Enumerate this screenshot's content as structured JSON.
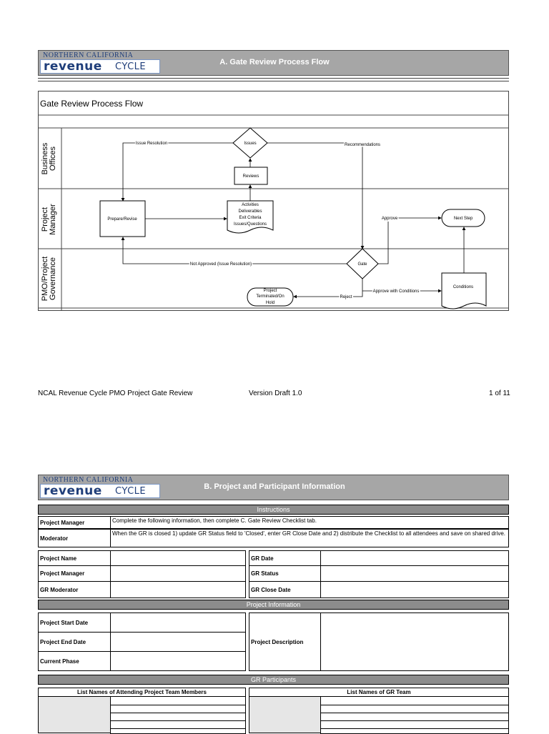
{
  "logo": {
    "top": "NORTHERN CALIFORNIA",
    "revenue": "revenue",
    "cycle": "CYCLE"
  },
  "section_a": {
    "header": "A. Gate Review Process Flow",
    "flow_title": "Gate Review Process Flow",
    "lanes": [
      "Business\nOffices",
      "Project\nManager",
      "PMO/Project\nGovernance"
    ],
    "nodes": {
      "issues": "Issues",
      "reviews": "Reviews",
      "prepare": "Prepare/Revise",
      "docs": [
        "Activities",
        "Deliverables",
        "Exit Criteria",
        "Issues/Questions"
      ],
      "next_step": "Next Step",
      "gate": "Gate",
      "terminated": [
        "Project",
        "Terminated/On",
        "Hold"
      ],
      "conditions": "Conditions"
    },
    "edges": {
      "issue_resolution": "Issue Resolution",
      "recommendations": "Recommendations",
      "approve": "Approve",
      "not_approved": "Not Approved (Issue Resolution)",
      "reject": "Reject",
      "approve_conditions": "Approve with Conditions"
    }
  },
  "footer": {
    "left": "NCAL Revenue Cycle PMO Project Gate Review",
    "center": "Version Draft 1.0",
    "right": "1 of 11"
  },
  "section_b": {
    "header": "B. Project and Participant Information",
    "instructions_band": "Instructions",
    "instructions": [
      {
        "label": "Project Manager",
        "text": "Complete the following information, then complete C. Gate Review Checklist tab."
      },
      {
        "label": "Moderator",
        "text": "When the GR is closed 1) update GR Status field to 'Closed', enter GR Close Date and 2) distribute the Checklist to all attendees and save on shared drive."
      }
    ],
    "fields_left": [
      "Project Name",
      "Project Manager",
      "GR Moderator"
    ],
    "fields_right": [
      "GR Date",
      "GR Status",
      "GR Close Date"
    ],
    "project_info_band": "Project Information",
    "info_left": [
      "Project Start Date",
      "Project End Date",
      "Current Phase"
    ],
    "info_right": "Project Description",
    "participants_band": "GR Participants",
    "team_header": "List Names of Attending Project Team Members",
    "gr_team_header": "List Names of GR Team"
  }
}
